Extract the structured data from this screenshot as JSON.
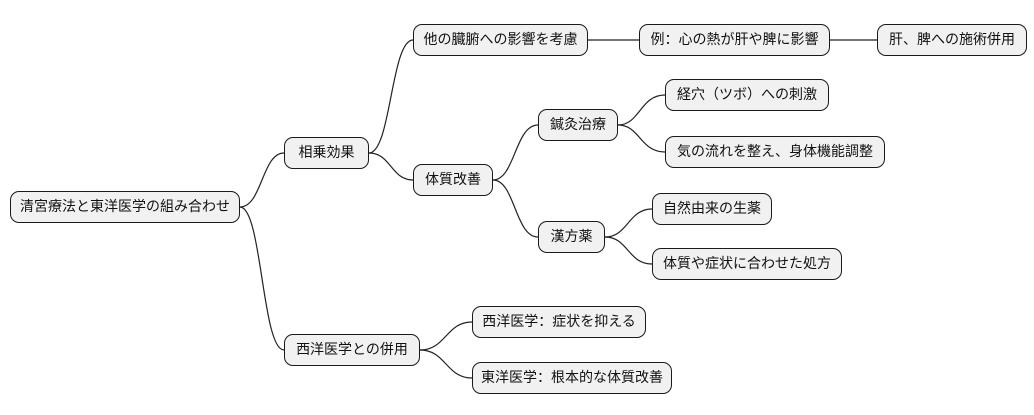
{
  "diagram": {
    "root": "清宮療法と東洋医学の組み合わせ",
    "synergy": {
      "label": "相乗効果",
      "other_organs": {
        "label": "他の臓腑への影響を考慮",
        "example": "例：心の熱が肝や脾に影響",
        "combined_treatment": "肝、脾への施術併用"
      },
      "constitution": {
        "label": "体質改善",
        "acupuncture": {
          "label": "鍼灸治療",
          "points": "経穴（ツボ）への刺激",
          "balance": "気の流れを整え、身体機能調整"
        },
        "herbal": {
          "label": "漢方薬",
          "natural": "自然由来の生薬",
          "prescription": "体質や症状に合わせた処方"
        }
      }
    },
    "western": {
      "label": "西洋医学との併用",
      "suppress": "西洋医学：症状を抑える",
      "fundamental": "東洋医学：根本的な体質改善"
    }
  }
}
